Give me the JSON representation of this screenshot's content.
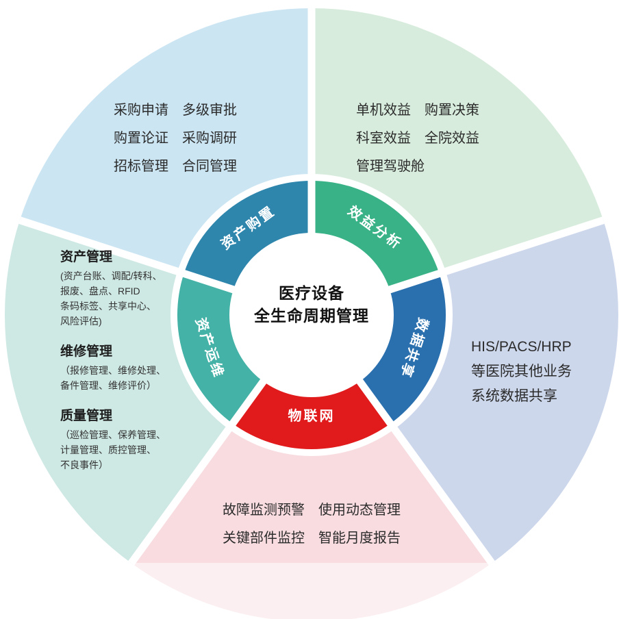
{
  "center": {
    "title_line1": "医疗设备",
    "title_line2": "全生命周期管理"
  },
  "ring": {
    "acquisition": {
      "label": "资产购置",
      "color": "#2e86ad"
    },
    "benefit": {
      "label": "效益分析",
      "color": "#39b287"
    },
    "data_sharing": {
      "label": "数据共享",
      "color": "#2a70ae"
    },
    "iot": {
      "label": "物联网",
      "color": "#e11a1c"
    },
    "operations": {
      "label": "资产运维",
      "color": "#44b2a6"
    }
  },
  "sectors": {
    "acquisition": {
      "color": "#cbe5f3",
      "lines": [
        "采购申请　多级审批",
        "购置论证　采购调研",
        "招标管理　合同管理"
      ]
    },
    "benefit": {
      "color": "#d7ecdc",
      "lines": [
        "单机效益　购置决策",
        "科室效益　全院效益",
        "管理驾驶舱"
      ]
    },
    "data_sharing": {
      "color": "#cdd7ec",
      "lines": [
        "HIS/PACS/HRP",
        "等医院其他业务",
        "系统数据共享"
      ]
    },
    "iot": {
      "color": "#f8dce0",
      "lines": [
        "故障监测预警　使用动态管理",
        "关键部件监控　智能月度报告"
      ]
    },
    "operations": {
      "color": "#cee8e3",
      "groups": [
        {
          "title": "资产管理",
          "lines": [
            "(资产台账、调配/转科、",
            "报废、盘点、RFID",
            "条码标签、共享中心、",
            "风险评估)"
          ]
        },
        {
          "title": "维修管理",
          "lines": [
            "（报修管理、维修处理、",
            "备件管理、维修评价）"
          ]
        },
        {
          "title": "质量管理",
          "lines": [
            "（巡检管理、保养管理、",
            "计量管理、质控管理、",
            "不良事件）"
          ]
        }
      ]
    }
  }
}
